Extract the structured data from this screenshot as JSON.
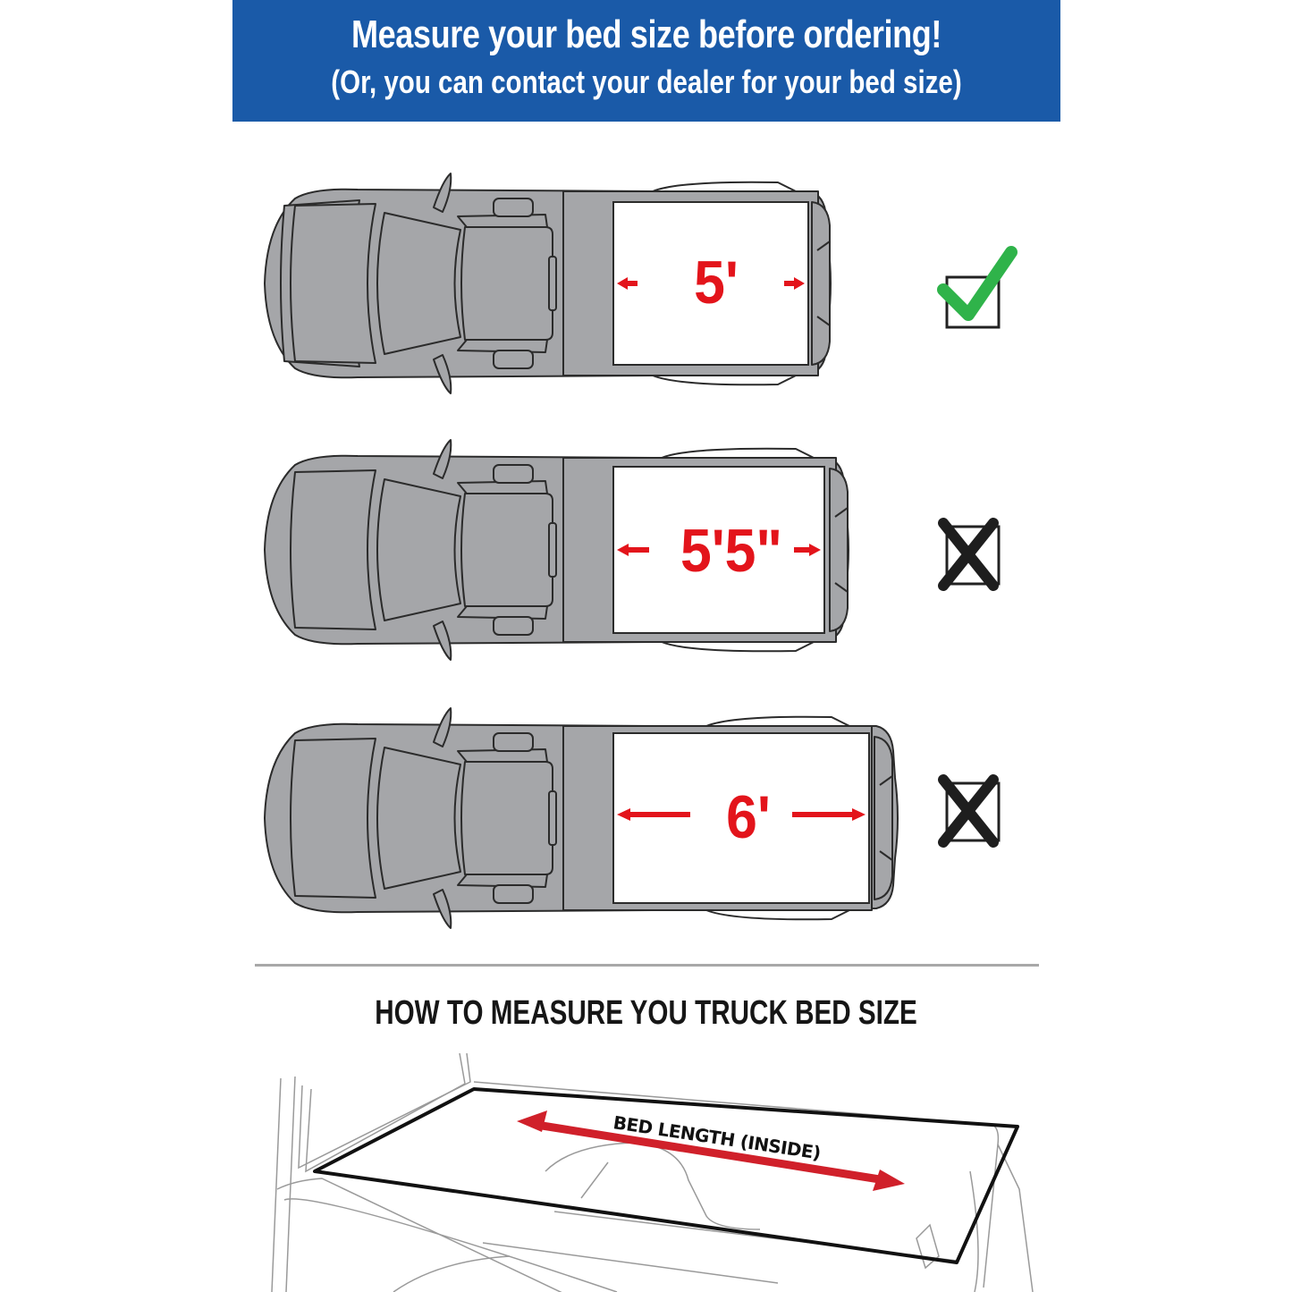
{
  "banner": {
    "title": "Measure your bed size before ordering!",
    "subtitle": "(Or, you can contact your dealer for your bed size)",
    "background": "#1a5aa8"
  },
  "trucks": [
    {
      "size": "5'",
      "status": "correct",
      "status_icon": "green-checkmark-icon"
    },
    {
      "size": "5'5\"",
      "status": "incorrect",
      "status_icon": "black-x-icon"
    },
    {
      "size": "6'",
      "status": "incorrect",
      "status_icon": "black-x-icon"
    }
  ],
  "colors": {
    "truck_fill": "#a5a6a9",
    "outline": "#2b2b2b",
    "measure_red": "#e3141b",
    "check_green": "#2fb34a"
  },
  "howto": {
    "heading": "HOW TO MEASURE YOU TRUCK BED SIZE",
    "arrow_label": "BED LENGTH (INSIDE)"
  }
}
